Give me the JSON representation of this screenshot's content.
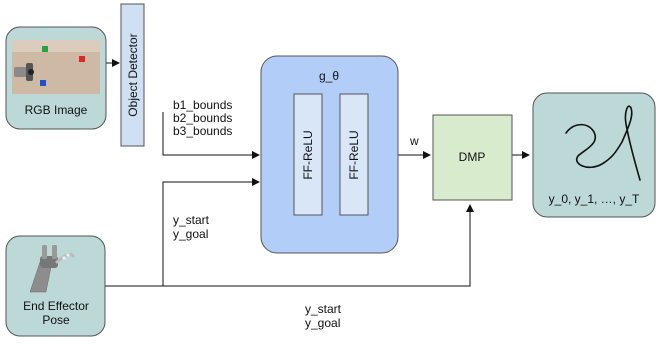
{
  "nodes": {
    "rgb_image": {
      "label": "RGB Image",
      "icon": "workspace-photo"
    },
    "object_detector": {
      "label": "Object Detector"
    },
    "g_theta": {
      "label": "g_θ"
    },
    "ff_relu_1": {
      "label": "FF-ReLU"
    },
    "ff_relu_2": {
      "label": "FF-ReLU"
    },
    "dmp": {
      "label": "DMP"
    },
    "output": {
      "label": "y_0, y_1, …, y_T",
      "icon": "trajectory-curve"
    },
    "end_effector": {
      "label_line1": "End Effector",
      "label_line2": "Pose",
      "icon": "robot-gripper"
    }
  },
  "edges": {
    "bounds": [
      "b1_bounds",
      "b2_bounds",
      "b3_bounds"
    ],
    "w": "w",
    "start_goal_upper": [
      "y_start",
      "y_goal"
    ],
    "start_goal_lower": [
      "y_start",
      "y_goal"
    ]
  },
  "colors": {
    "teal_box": "#bcd8d7",
    "detector": "#cfe0f2",
    "g_theta": "#b2cdf7",
    "ff_relu": "#d9e6f8",
    "dmp": "#d8ebcd",
    "stroke": "#555555"
  }
}
